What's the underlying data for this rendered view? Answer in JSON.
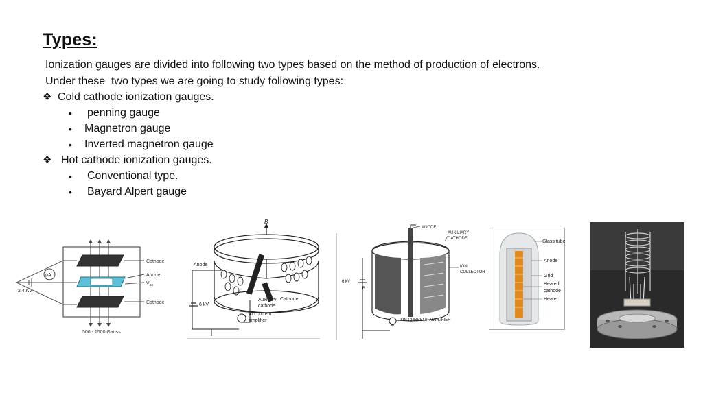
{
  "title": "Types:",
  "intro_lines": [
    "Ionization gauges are divided into following two types based on the method of production of electrons.",
    "Under these  two types we are going to study following types:"
  ],
  "groups": [
    {
      "heading": "Cold cathode ionization gauges.",
      "items": [
        "penning gauge",
        "Magnetron gauge",
        "Inverted magnetron gauge"
      ]
    },
    {
      "heading": "Hot cathode ionization gauges.",
      "items": [
        "Conventional type.",
        "Bayard Alpert gauge"
      ]
    }
  ],
  "bullet_symbols": {
    "diamond": "❖",
    "dot": "•"
  },
  "figures": {
    "penning": {
      "cathode_top": "Cathode",
      "anode": "Anode",
      "vac": "V",
      "vac_sub": "ac",
      "cathode_bottom": "Cathode",
      "meter": "μA",
      "voltage": "2.4 KV",
      "field": "500 - 1500 Gauss"
    },
    "magnetron": {
      "b_label": "B",
      "anode": "Anode",
      "voltage": "6 kV",
      "aux_cathode": "Auxiliary",
      "aux_cathode_2": "cathode",
      "cathode": "Cathode",
      "amp_1": "Ion current",
      "amp_2": "amplifier"
    },
    "inverted": {
      "anode": "ANODE",
      "aux_1": "AUXILIARY",
      "aux_2": "CATHODE",
      "ion_1": "ION",
      "ion_2": "COLLECTOR",
      "voltage": "6 kV",
      "b_label": "B",
      "amp": "ION CURRENT AMPLIFIER"
    },
    "bayard": {
      "glass": "Glass tube",
      "anode": "Anode",
      "grid": "Grid",
      "heated_1": "Heated",
      "heated_2": "cathode",
      "heater": "Heater"
    }
  },
  "colors": {
    "text": "#111111",
    "plate": "#333333",
    "anode_fill": "#5bc0d8",
    "filament": "#e08a1e",
    "photo_bg": "#2a2a2a",
    "metal": "#b8b8b8"
  }
}
